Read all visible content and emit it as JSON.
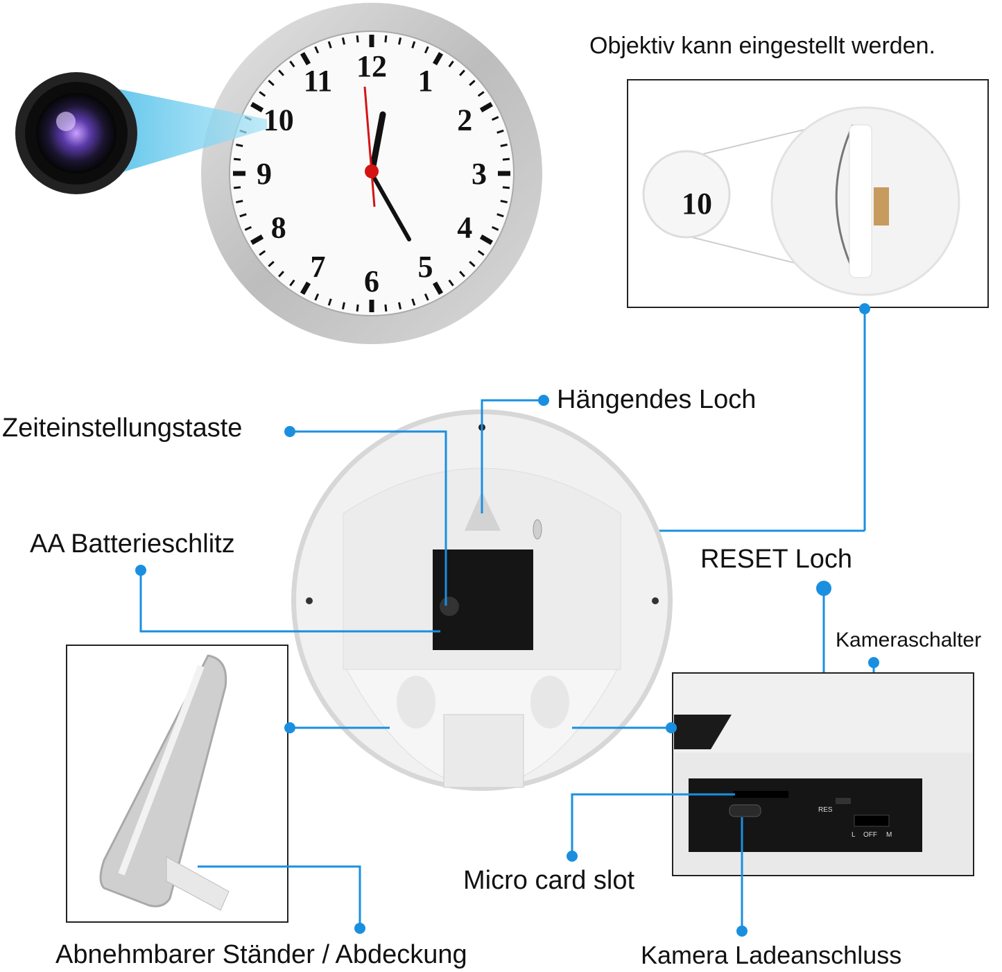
{
  "colors": {
    "callout": "#1a8fe0",
    "clock_frame": "#c8c8c8",
    "module": "#111111"
  },
  "clock_numbers": [
    "12",
    "1",
    "2",
    "3",
    "4",
    "5",
    "6",
    "7",
    "8",
    "9",
    "10",
    "11"
  ],
  "labels": {
    "lens_adjust": "Objektiv kann eingestellt werden.",
    "hanging_hole": "Hängendes Loch",
    "time_button": "Zeiteinstellungstaste",
    "battery_slot": "AA Batterieschlitz",
    "reset_hole": "RESET Loch",
    "camera_switch": "Kameraschalter",
    "micro_card": "Micro card slot",
    "stand": "Abnehmbarer Ständer / Abdeckung",
    "charging_port": "Kamera Ladeanschluss"
  },
  "inset_lens_number": "10",
  "panel": {
    "res": "RES",
    "switch_l": "L",
    "switch_off": "OFF",
    "switch_m": "M"
  }
}
